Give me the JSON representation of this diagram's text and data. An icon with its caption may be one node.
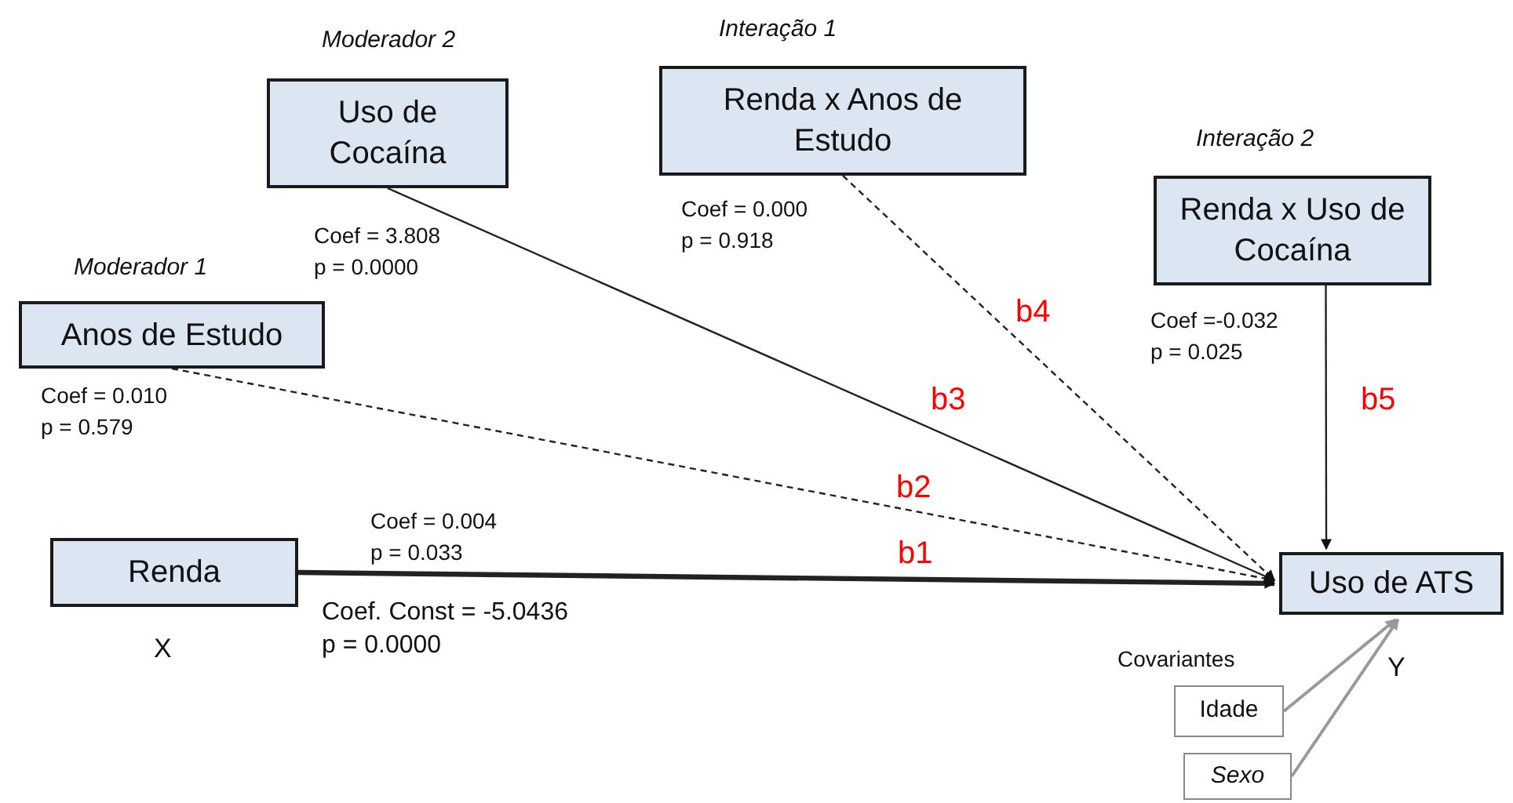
{
  "diagram": {
    "nodes": [
      {
        "text": [
          "Uso de Cocaína"
        ],
        "beside": [
          "Moderador 2",
          "Coef = 3.808",
          "p = 0.0000"
        ]
      },
      {
        "text": [
          "Renda x Anos de Estudo"
        ],
        "beside": [
          "Interação 1",
          "Coef = 0.000",
          "p = 0.918"
        ]
      },
      {
        "text": [
          "Renda x Uso de Cocaína"
        ],
        "beside": [
          "Interação 2",
          "Coef =-0.032",
          "p = 0.025"
        ]
      },
      {
        "text": [
          "Anos de Estudo"
        ],
        "beside": [
          "Moderador 1",
          "Coef = 0.010",
          "p = 0.579"
        ]
      },
      {
        "text": [
          "Renda"
        ],
        "beside": [
          "X"
        ]
      },
      {
        "text": [
          "Uso de ATS"
        ],
        "beside": [
          "Y"
        ]
      },
      {
        "text": [
          "Idade"
        ]
      },
      {
        "text": [
          "Sexo"
        ]
      }
    ],
    "edges": [
      {
        "from": 4,
        "to": 5,
        "arrow": "to",
        "label": "b1",
        "style": "thick"
      },
      {
        "from": 3,
        "to": 5,
        "arrow": "to",
        "label": "b2",
        "style": "dashed"
      },
      {
        "from": 0,
        "to": 5,
        "arrow": "to",
        "label": "b3"
      },
      {
        "from": 1,
        "to": 5,
        "arrow": "to",
        "label": "b4",
        "style": "dashed"
      },
      {
        "from": 2,
        "to": 5,
        "arrow": "to",
        "label": "b5"
      },
      {
        "from": 6,
        "to": 5,
        "arrow": "to",
        "color": "#999999"
      },
      {
        "from": 7,
        "to": 5,
        "arrow": "to",
        "color": "#999999"
      }
    ],
    "labels": [
      "Coef = 0.004",
      "p = 0.033",
      "Coef. Const = -5.0436",
      "p = 0.0000",
      "Covariantes"
    ]
  }
}
